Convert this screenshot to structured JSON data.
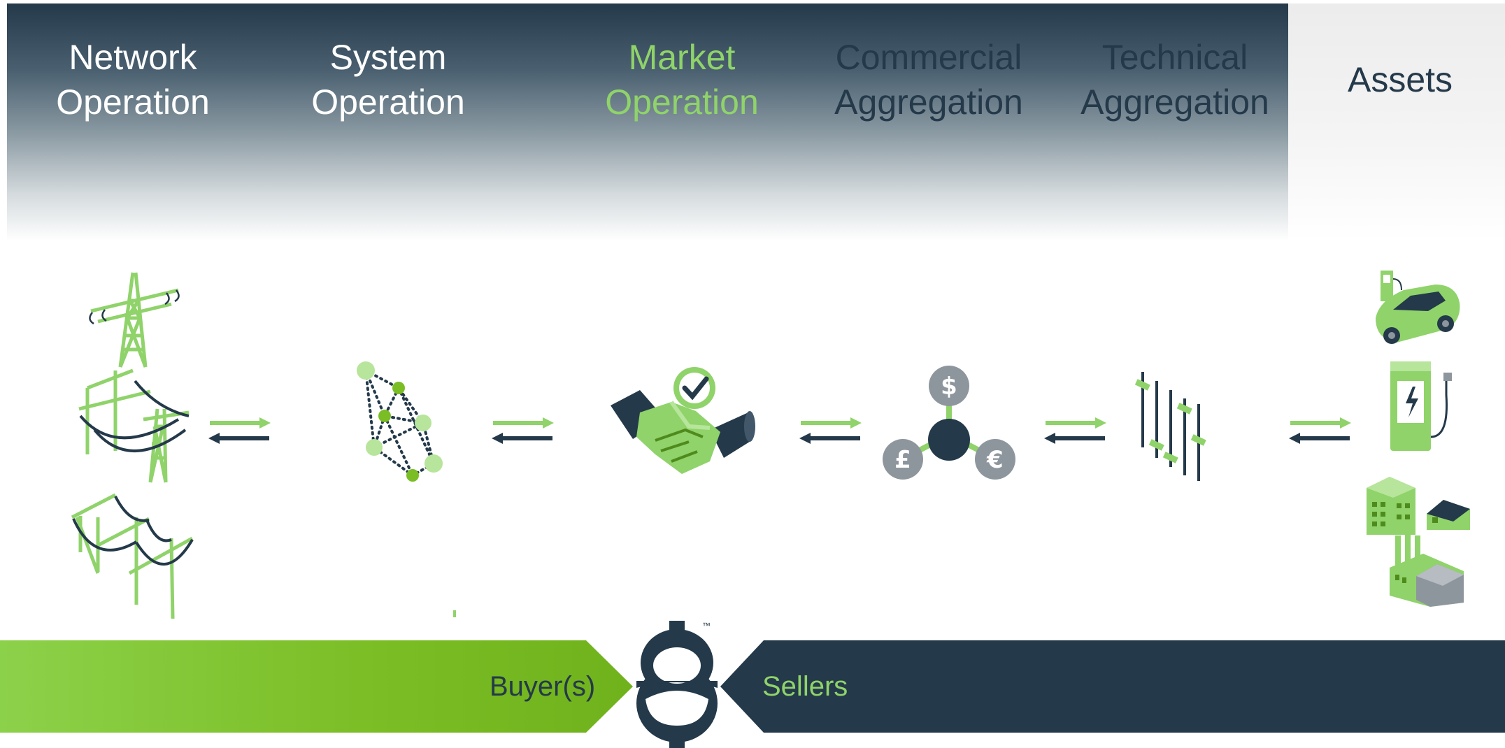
{
  "columns": [
    {
      "line1": "Network",
      "line2": "Operation"
    },
    {
      "line1": "System",
      "line2": "Operation"
    },
    {
      "line1": "Market",
      "line2": "Operation"
    },
    {
      "line1": "Commercial",
      "line2": "Aggregation"
    },
    {
      "line1": "Technical",
      "line2": "Aggregation"
    },
    {
      "line1": "Assets"
    }
  ],
  "currency": {
    "top": "$",
    "left": "£",
    "right": "€"
  },
  "bottom_bar": {
    "buyer": "Buyer(s)",
    "seller": "Sellers",
    "trademark": "™"
  },
  "colors": {
    "dark": "#24394a",
    "green": "#8fd36a",
    "bright_green": "#7bbd24",
    "grey": "#8e969d"
  }
}
